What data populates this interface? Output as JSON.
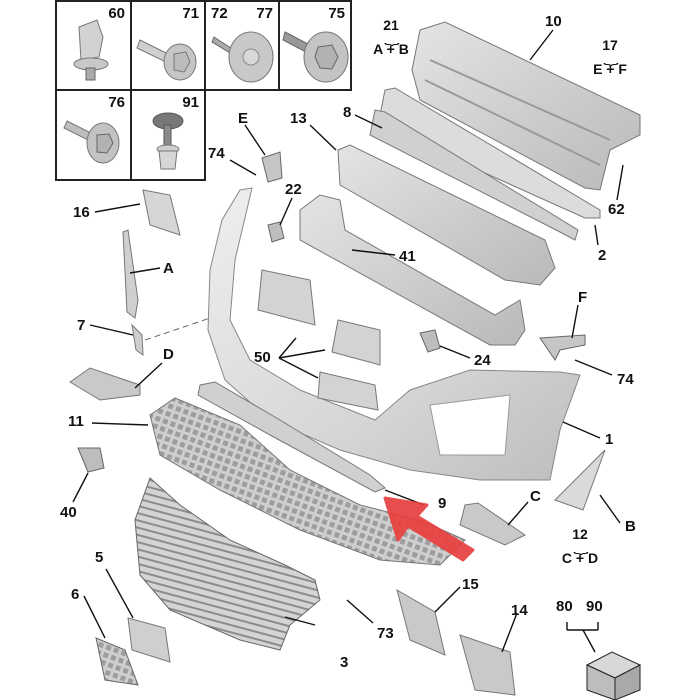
{
  "diagram": {
    "type": "exploded-parts-diagram",
    "subject": "Front bumper assembly",
    "accent_color": "#e8403f",
    "part_color": "#c9c9c9",
    "outline_color": "#6e6e6e"
  },
  "fastener_inset": {
    "cells": [
      {
        "labels": [
          "60"
        ],
        "icon": "push-clip-icon"
      },
      {
        "labels": [
          "71"
        ],
        "icon": "flange-bolt-icon"
      },
      {
        "labels": [
          "72",
          "77"
        ],
        "icon": "washer-screw-icon"
      },
      {
        "labels": [
          "75"
        ],
        "icon": "hex-washer-screw-icon"
      },
      {
        "labels": [
          "76"
        ],
        "icon": "hex-bolt-icon"
      },
      {
        "labels": [
          "91"
        ],
        "icon": "push-rivet-icon"
      }
    ]
  },
  "callouts": {
    "p10": "10",
    "p8": "8",
    "p13": "13",
    "pE": "E",
    "p74a": "74",
    "p22": "22",
    "p16": "16",
    "pA": "A",
    "p41": "41",
    "p62": "62",
    "p2": "2",
    "p7": "7",
    "pD": "D",
    "p50": "50",
    "p24": "24",
    "pF": "F",
    "p74b": "74",
    "p11": "11",
    "p1": "1",
    "p40": "40",
    "p9": "9",
    "pC": "C",
    "pB": "B",
    "p5": "5",
    "p6": "6",
    "p15": "15",
    "p73": "73",
    "p14": "14",
    "p3": "3",
    "p80": "80",
    "p90": "90"
  },
  "groups": {
    "g21": {
      "number": "21",
      "members": "A + B"
    },
    "g17": {
      "number": "17",
      "members": "E + F"
    },
    "g12": {
      "number": "12",
      "members": "C + D"
    }
  },
  "highlight": {
    "target_part": "9",
    "indicator": "red-arrow"
  }
}
